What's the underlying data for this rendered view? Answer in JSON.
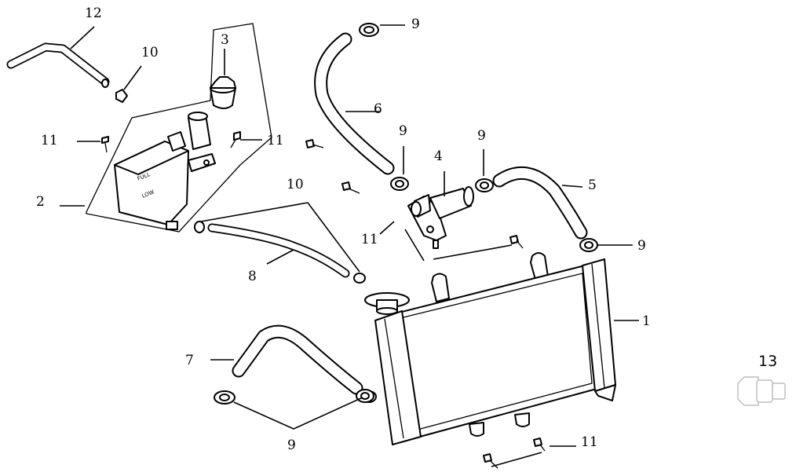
{
  "callouts": {
    "radiator": "1",
    "reservoir_tank": "2",
    "reservoir_cap": "3",
    "thermostat_housing": "4",
    "hose_5": "5",
    "hose_6": "6",
    "hose_7": "7",
    "hose_8": "8",
    "clamp_9_top": "9",
    "clamp_9_left": "9",
    "clamp_9_mid": "9",
    "clamp_9_right": "9",
    "clamp_9_bottom": "9",
    "clamp_10_top": "10",
    "clamp_10_mid": "10",
    "bolt_11_left": "11",
    "bolt_11_tank": "11",
    "bolt_11_center": "11",
    "bolt_11_bottom": "11",
    "hose_12": "12",
    "index_13": "13"
  }
}
